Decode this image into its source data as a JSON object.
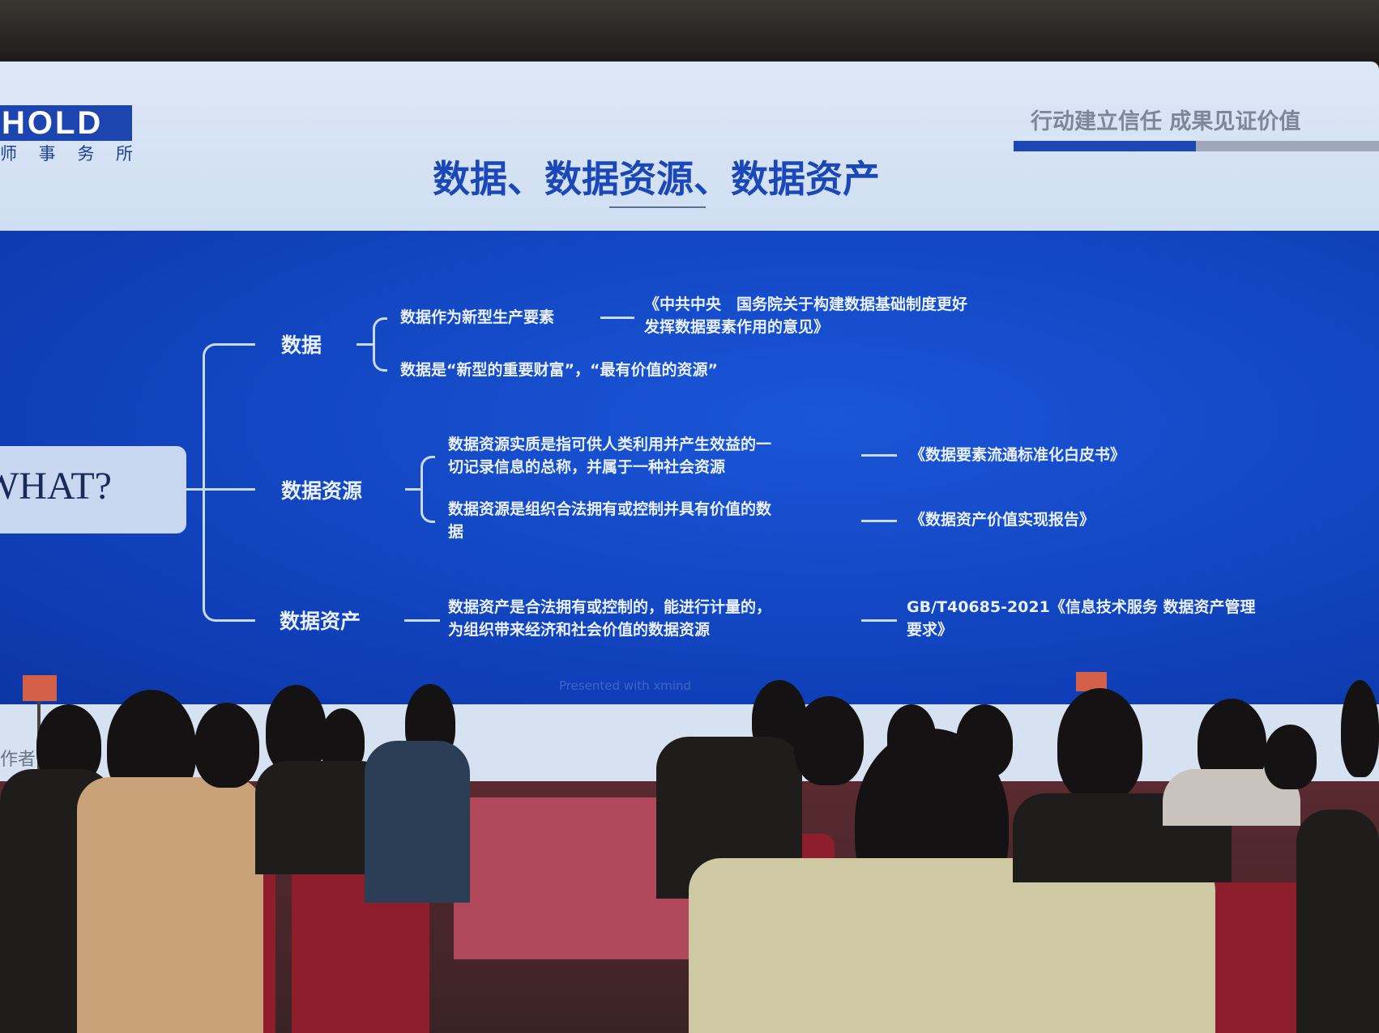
{
  "slide": {
    "logo": {
      "text": "HOLD",
      "subtitle": "师 事 务 所"
    },
    "slogan": "行动建立信任 成果见证价值",
    "title": "数据、数据资源、数据资产",
    "root": "WHAT?",
    "branches": [
      {
        "label": "数据",
        "items": [
          {
            "text": "数据作为新型生产要素",
            "ref": [
              "《中共中央　国务院关于构建数据基础制度更好",
              "发挥数据要素作用的意见》"
            ]
          },
          {
            "text": "数据是“新型的重要财富”，“最有价值的资源”"
          }
        ]
      },
      {
        "label": "数据资源",
        "items": [
          {
            "text": [
              "数据资源实质是指可供人类利用并产生效益的一",
              "切记录信息的总称，并属于一种社会资源"
            ],
            "ref": [
              "《数据要素流通标准化白皮书》"
            ]
          },
          {
            "text": [
              "数据资源是组织合法拥有或控制并具有价值的数",
              "据"
            ],
            "ref": [
              "《数据资产价值实现报告》"
            ]
          }
        ]
      },
      {
        "label": "数据资产",
        "items": [
          {
            "text": [
              "数据资产是合法拥有或控制的，能进行计量的，",
              "为组织带来经济和社会价值的数据资源"
            ],
            "ref": [
              "GB/T40685-2021《信息技术服务 数据资产管理",
              "要求》"
            ]
          }
        ]
      }
    ],
    "footer": "Presented with xmind",
    "lower_text": "作者"
  },
  "colors": {
    "slide_blue": "#1447c4",
    "header_bg": "#d8e4f4",
    "title": "#1a48b8",
    "lines": "#c9d9f7"
  }
}
